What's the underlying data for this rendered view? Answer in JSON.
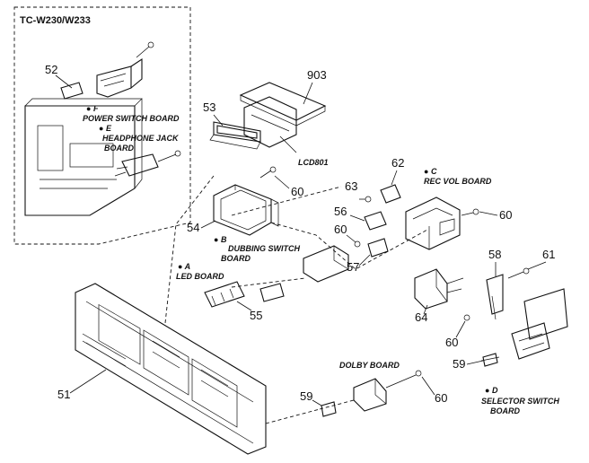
{
  "inset": {
    "model": "TC-W230/W233"
  },
  "labels": {
    "power_switch_board": "POWER SWITCH BOARD",
    "headphone_jack_board_1": "HEADPHONE JACK",
    "headphone_jack_board_2": "BOARD",
    "lcd801": "LCD801",
    "rec_vol_board": "REC VOL BOARD",
    "dubbing_switch_board_1": "DUBBING SWITCH",
    "dubbing_switch_board_2": "BOARD",
    "led_board": "LED BOARD",
    "dolby_board": "DOLBY BOARD",
    "selector_switch_board_1": "SELECTOR SWITCH",
    "selector_switch_board_2": "BOARD"
  },
  "markers": {
    "a": "A",
    "b": "B",
    "c": "C",
    "d": "D",
    "e": "E",
    "f": "F"
  },
  "parts": {
    "p51": "51",
    "p52": "52",
    "p53": "53",
    "p54": "54",
    "p55": "55",
    "p56": "56",
    "p57": "57",
    "p58": "58",
    "p59a": "59",
    "p59b": "59",
    "p60a": "60",
    "p60b": "60",
    "p60c": "60",
    "p60d": "60",
    "p60e": "60",
    "p61": "61",
    "p62": "62",
    "p63": "63",
    "p64": "64",
    "p903": "903"
  }
}
